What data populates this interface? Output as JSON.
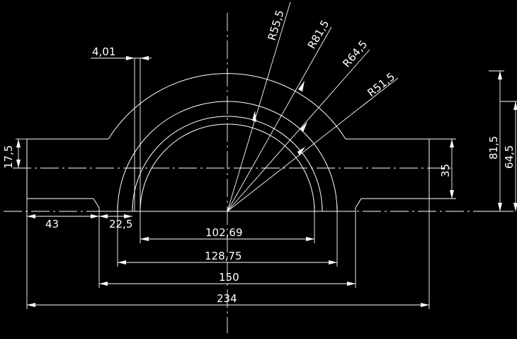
{
  "drawing": {
    "background_color": "#000000",
    "line_color": "#ffffff",
    "dimensions": {
      "radial": [
        "R55,5",
        "R81,5",
        "R64,5",
        "R51,5"
      ],
      "small_offset": "4,01",
      "left_height": "17,5",
      "flange_width": "43",
      "step_width": "22,5",
      "inner_width": "102,69",
      "mid_width": "128,75",
      "outer_width": "150",
      "overall_width": "234",
      "right_height": "35",
      "total_height": "81,5",
      "inner_height": "64,5"
    }
  }
}
